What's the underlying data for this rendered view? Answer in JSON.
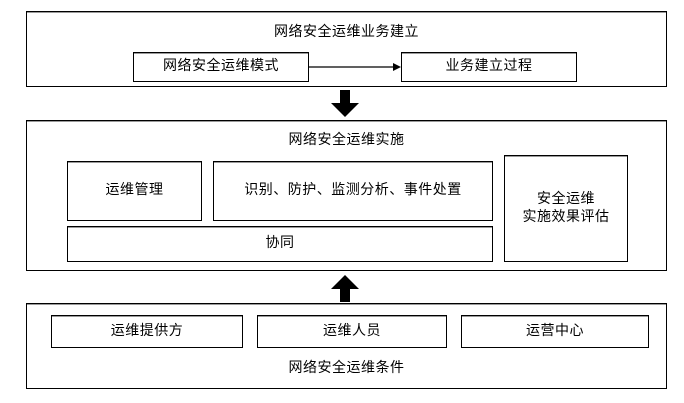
{
  "diagram": {
    "title_text_language": "zh",
    "sections": [
      {
        "id": "establishment",
        "title": "网络安全运维业务建立",
        "boxes": [
          {
            "id": "ops-mode",
            "label": "网络安全运维模式"
          },
          {
            "id": "establish-process",
            "label": "业务建立过程"
          }
        ],
        "connector": {
          "type": "arrow-right",
          "name": "flow-arrow-right"
        }
      },
      {
        "id": "implementation",
        "title": "网络安全运维实施",
        "boxes": [
          {
            "id": "ops-management",
            "label": "运维管理"
          },
          {
            "id": "identify-protect-monitor-respond",
            "label": "识别、防护、监测分析、事件处置"
          },
          {
            "id": "coordination",
            "label": "协同"
          },
          {
            "id": "effect-evaluation",
            "label": "安全运维\n实施效果评估"
          }
        ]
      },
      {
        "id": "conditions",
        "title": "网络安全运维条件",
        "boxes": [
          {
            "id": "ops-provider",
            "label": "运维提供方"
          },
          {
            "id": "ops-personnel",
            "label": "运维人员"
          },
          {
            "id": "operations-center",
            "label": "运营中心"
          }
        ]
      }
    ],
    "connectors": [
      {
        "id": "down-arrow",
        "name": "flow-arrow-down",
        "direction": "down",
        "from": "establishment",
        "to": "implementation"
      },
      {
        "id": "up-arrow",
        "name": "flow-arrow-up",
        "direction": "up",
        "from": "conditions",
        "to": "implementation"
      }
    ],
    "colors": {
      "stroke": "#000000",
      "shadow": "#9a9a9a",
      "background": "#ffffff",
      "text": "#000000"
    }
  }
}
